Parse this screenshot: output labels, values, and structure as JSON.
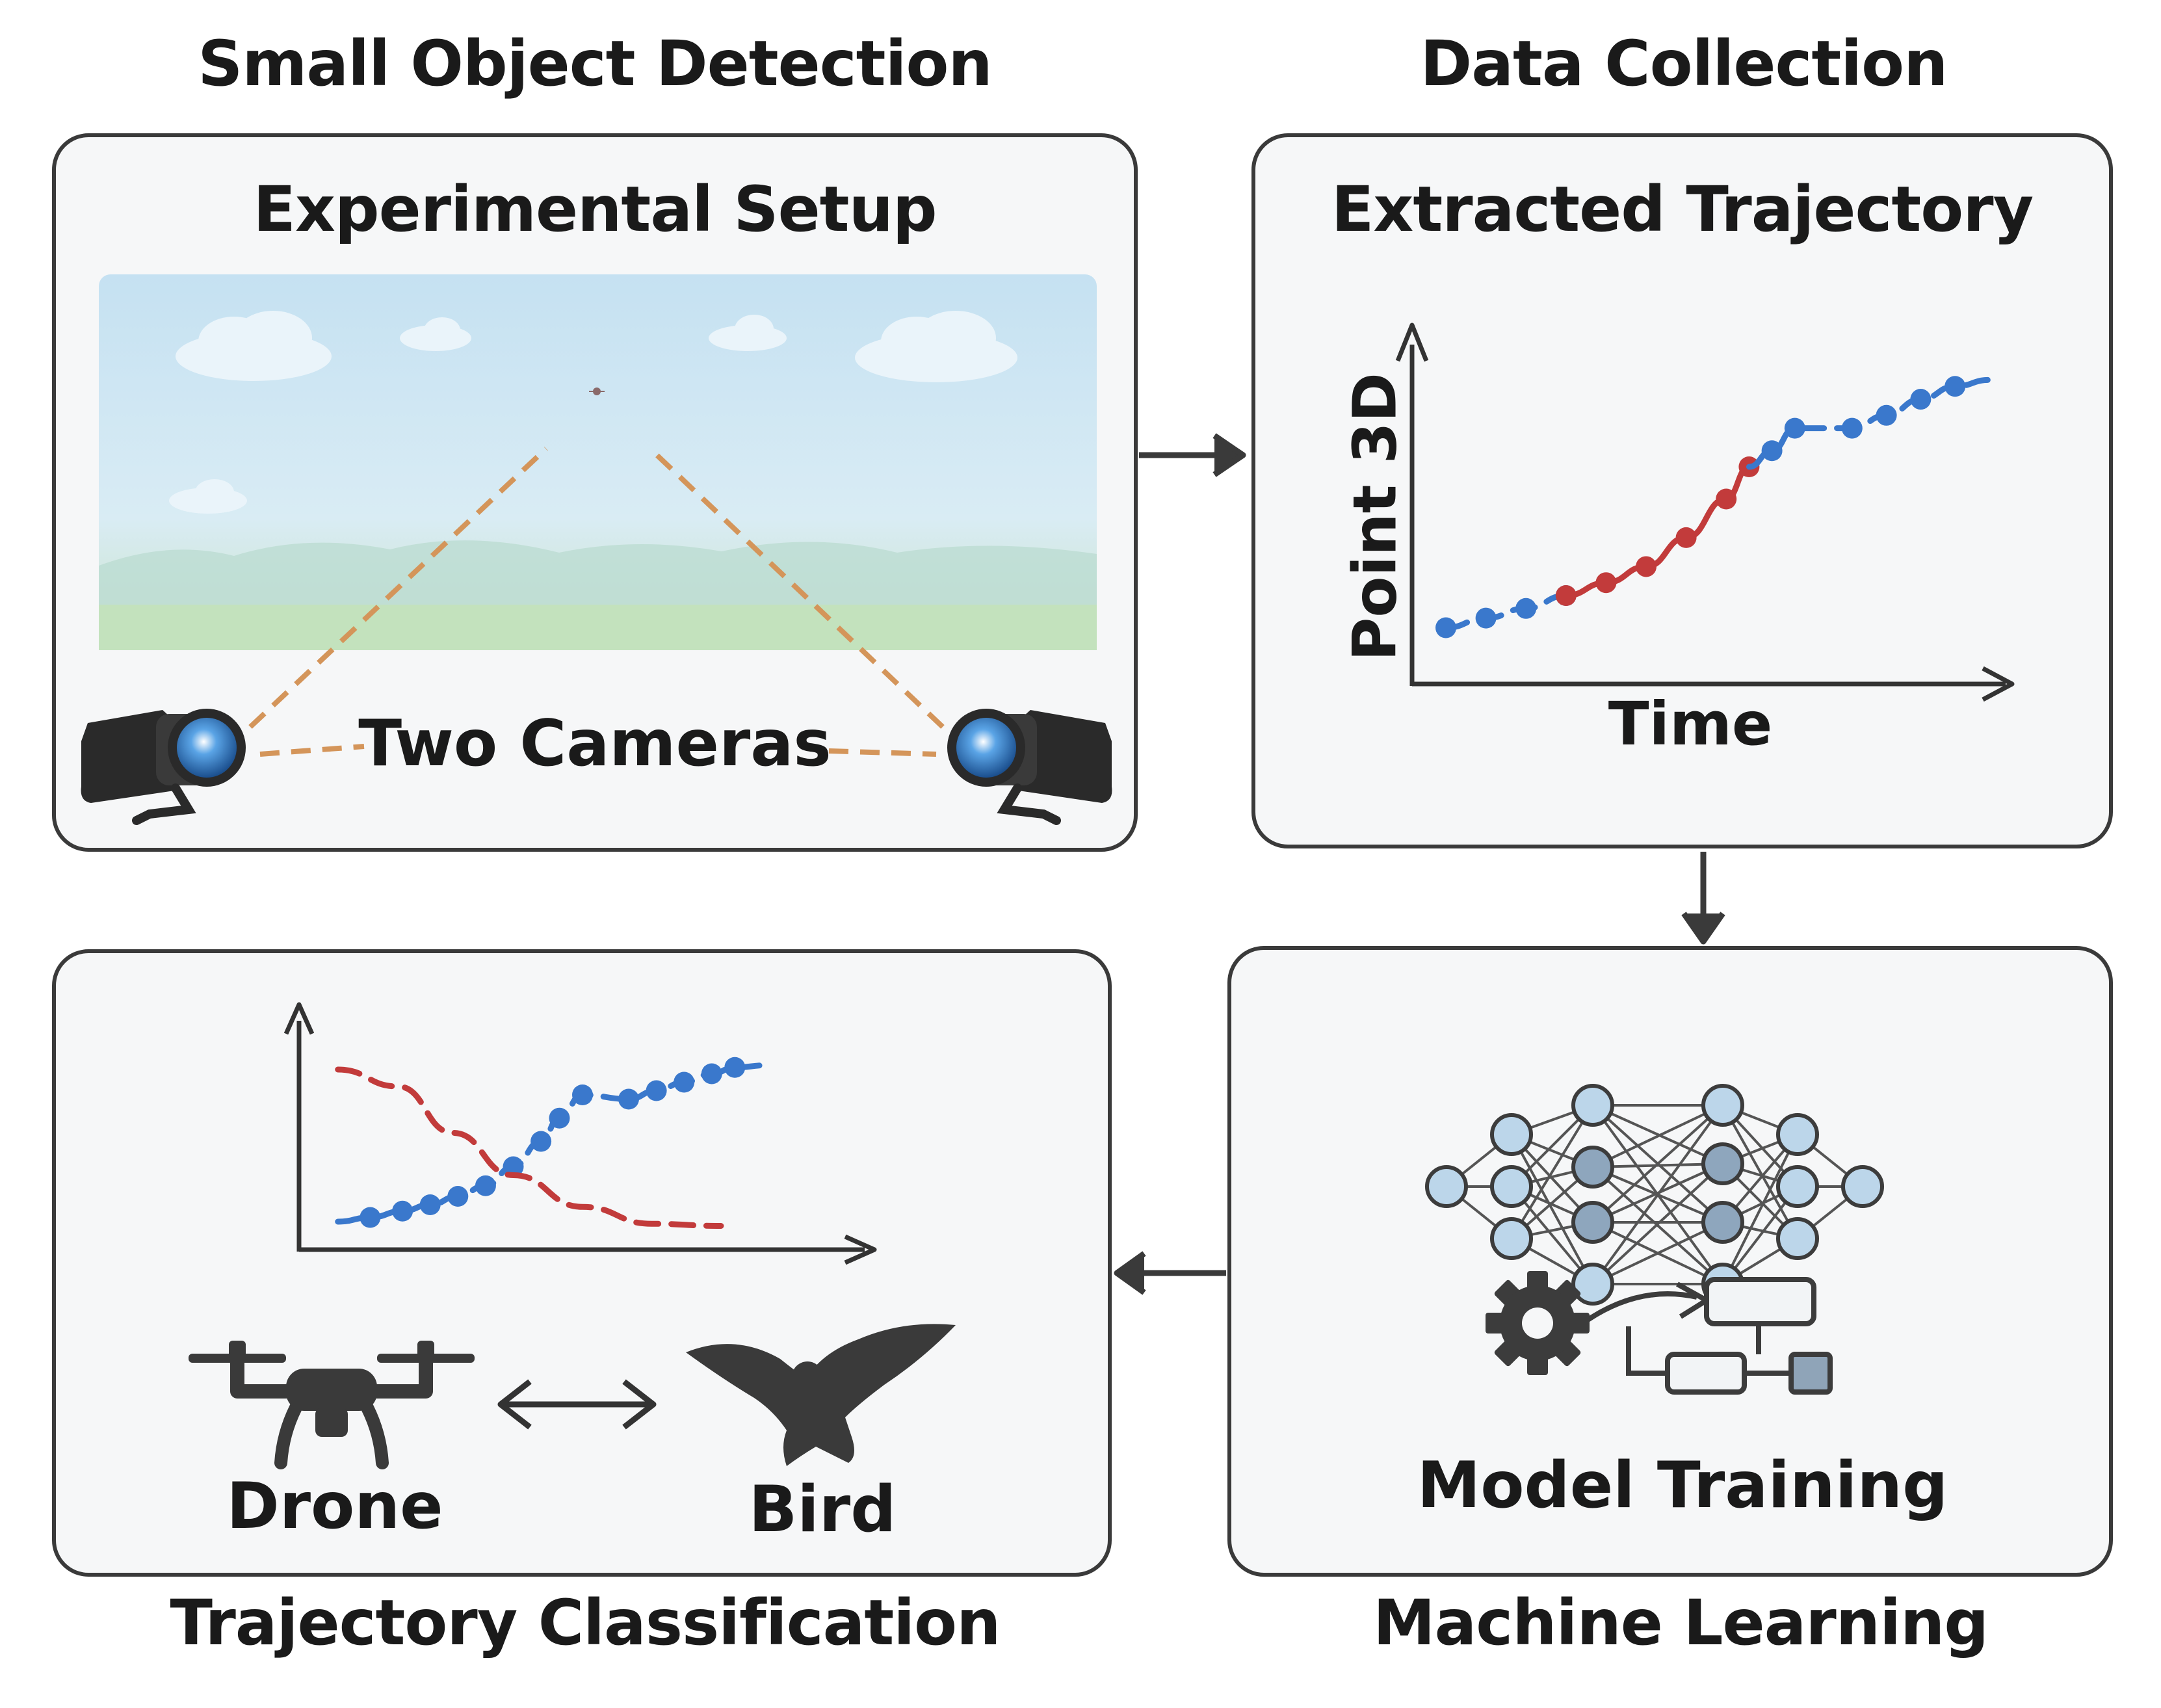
{
  "sections": {
    "top_left": "Small Object Detection",
    "top_right": "Data Collection",
    "bottom_left": "Trajectory Classification",
    "bottom_right": "Machine Learning"
  },
  "setup_panel": {
    "title": "Experimental Setup",
    "cameras_label": "Two Cameras",
    "icons": [
      "camera-icon",
      "camera-icon",
      "cloud-icon",
      "target-object-icon"
    ]
  },
  "trajectory_panel": {
    "title": "Extracted Trajectory",
    "y_label": "Point 3D",
    "x_label": "Time"
  },
  "training_panel": {
    "label": "Model Training",
    "icons": [
      "neural-network-icon",
      "gear-icon",
      "flowchart-icon"
    ]
  },
  "classification_panel": {
    "drone_label": "Drone",
    "bird_label": "Bird",
    "icons": [
      "drone-icon",
      "bird-icon",
      "double-arrow-icon"
    ]
  },
  "colors": {
    "blue_series": "#3a78cc",
    "red_series": "#c23b3b",
    "camera_ray": "#d4955a",
    "panel_border": "#3a3a3a",
    "arrow": "#3a3a3a"
  },
  "chart_data": [
    {
      "type": "line",
      "title": "Extracted Trajectory",
      "xlabel": "Time",
      "ylabel": "Point 3D",
      "grid": false,
      "series": [
        {
          "values": [
            {
              "x": 0.05,
              "y": 0.1
            },
            {
              "x": 0.12,
              "y": 0.13
            },
            {
              "x": 0.19,
              "y": 0.16
            },
            {
              "x": 0.26,
              "y": 0.2
            }
          ],
          "color": "#3a78cc",
          "style": "dashed-dots"
        },
        {
          "values": [
            {
              "x": 0.26,
              "y": 0.2
            },
            {
              "x": 0.33,
              "y": 0.24
            },
            {
              "x": 0.4,
              "y": 0.29
            },
            {
              "x": 0.47,
              "y": 0.38
            },
            {
              "x": 0.54,
              "y": 0.5
            },
            {
              "x": 0.58,
              "y": 0.6
            }
          ],
          "color": "#c23b3b",
          "style": "dots"
        },
        {
          "values": [
            {
              "x": 0.58,
              "y": 0.6
            },
            {
              "x": 0.62,
              "y": 0.65
            },
            {
              "x": 0.66,
              "y": 0.72
            },
            {
              "x": 0.76,
              "y": 0.72
            },
            {
              "x": 0.82,
              "y": 0.76
            },
            {
              "x": 0.88,
              "y": 0.81
            },
            {
              "x": 0.94,
              "y": 0.85
            },
            {
              "x": 1.0,
              "y": 0.87
            }
          ],
          "color": "#3a78cc",
          "style": "dashed-dots"
        }
      ]
    },
    {
      "type": "line",
      "grid": false,
      "series": [
        {
          "values": [
            {
              "x": 0.07,
              "y": 0.08
            },
            {
              "x": 0.14,
              "y": 0.1
            },
            {
              "x": 0.21,
              "y": 0.13
            },
            {
              "x": 0.27,
              "y": 0.16
            },
            {
              "x": 0.33,
              "y": 0.2
            },
            {
              "x": 0.39,
              "y": 0.25
            },
            {
              "x": 0.45,
              "y": 0.34
            },
            {
              "x": 0.51,
              "y": 0.46
            },
            {
              "x": 0.55,
              "y": 0.57
            },
            {
              "x": 0.6,
              "y": 0.68
            },
            {
              "x": 0.7,
              "y": 0.66
            },
            {
              "x": 0.76,
              "y": 0.7
            },
            {
              "x": 0.82,
              "y": 0.74
            },
            {
              "x": 0.88,
              "y": 0.78
            },
            {
              "x": 0.93,
              "y": 0.81
            },
            {
              "x": 1.0,
              "y": 0.82
            }
          ],
          "color": "#3a78cc",
          "style": "dashed-dots"
        },
        {
          "values": [
            {
              "x": 0.07,
              "y": 0.8
            },
            {
              "x": 0.2,
              "y": 0.72
            },
            {
              "x": 0.32,
              "y": 0.5
            },
            {
              "x": 0.45,
              "y": 0.3
            },
            {
              "x": 0.6,
              "y": 0.15
            },
            {
              "x": 0.75,
              "y": 0.07
            },
            {
              "x": 0.9,
              "y": 0.06
            }
          ],
          "color": "#c23b3b",
          "style": "dashed"
        }
      ]
    }
  ]
}
